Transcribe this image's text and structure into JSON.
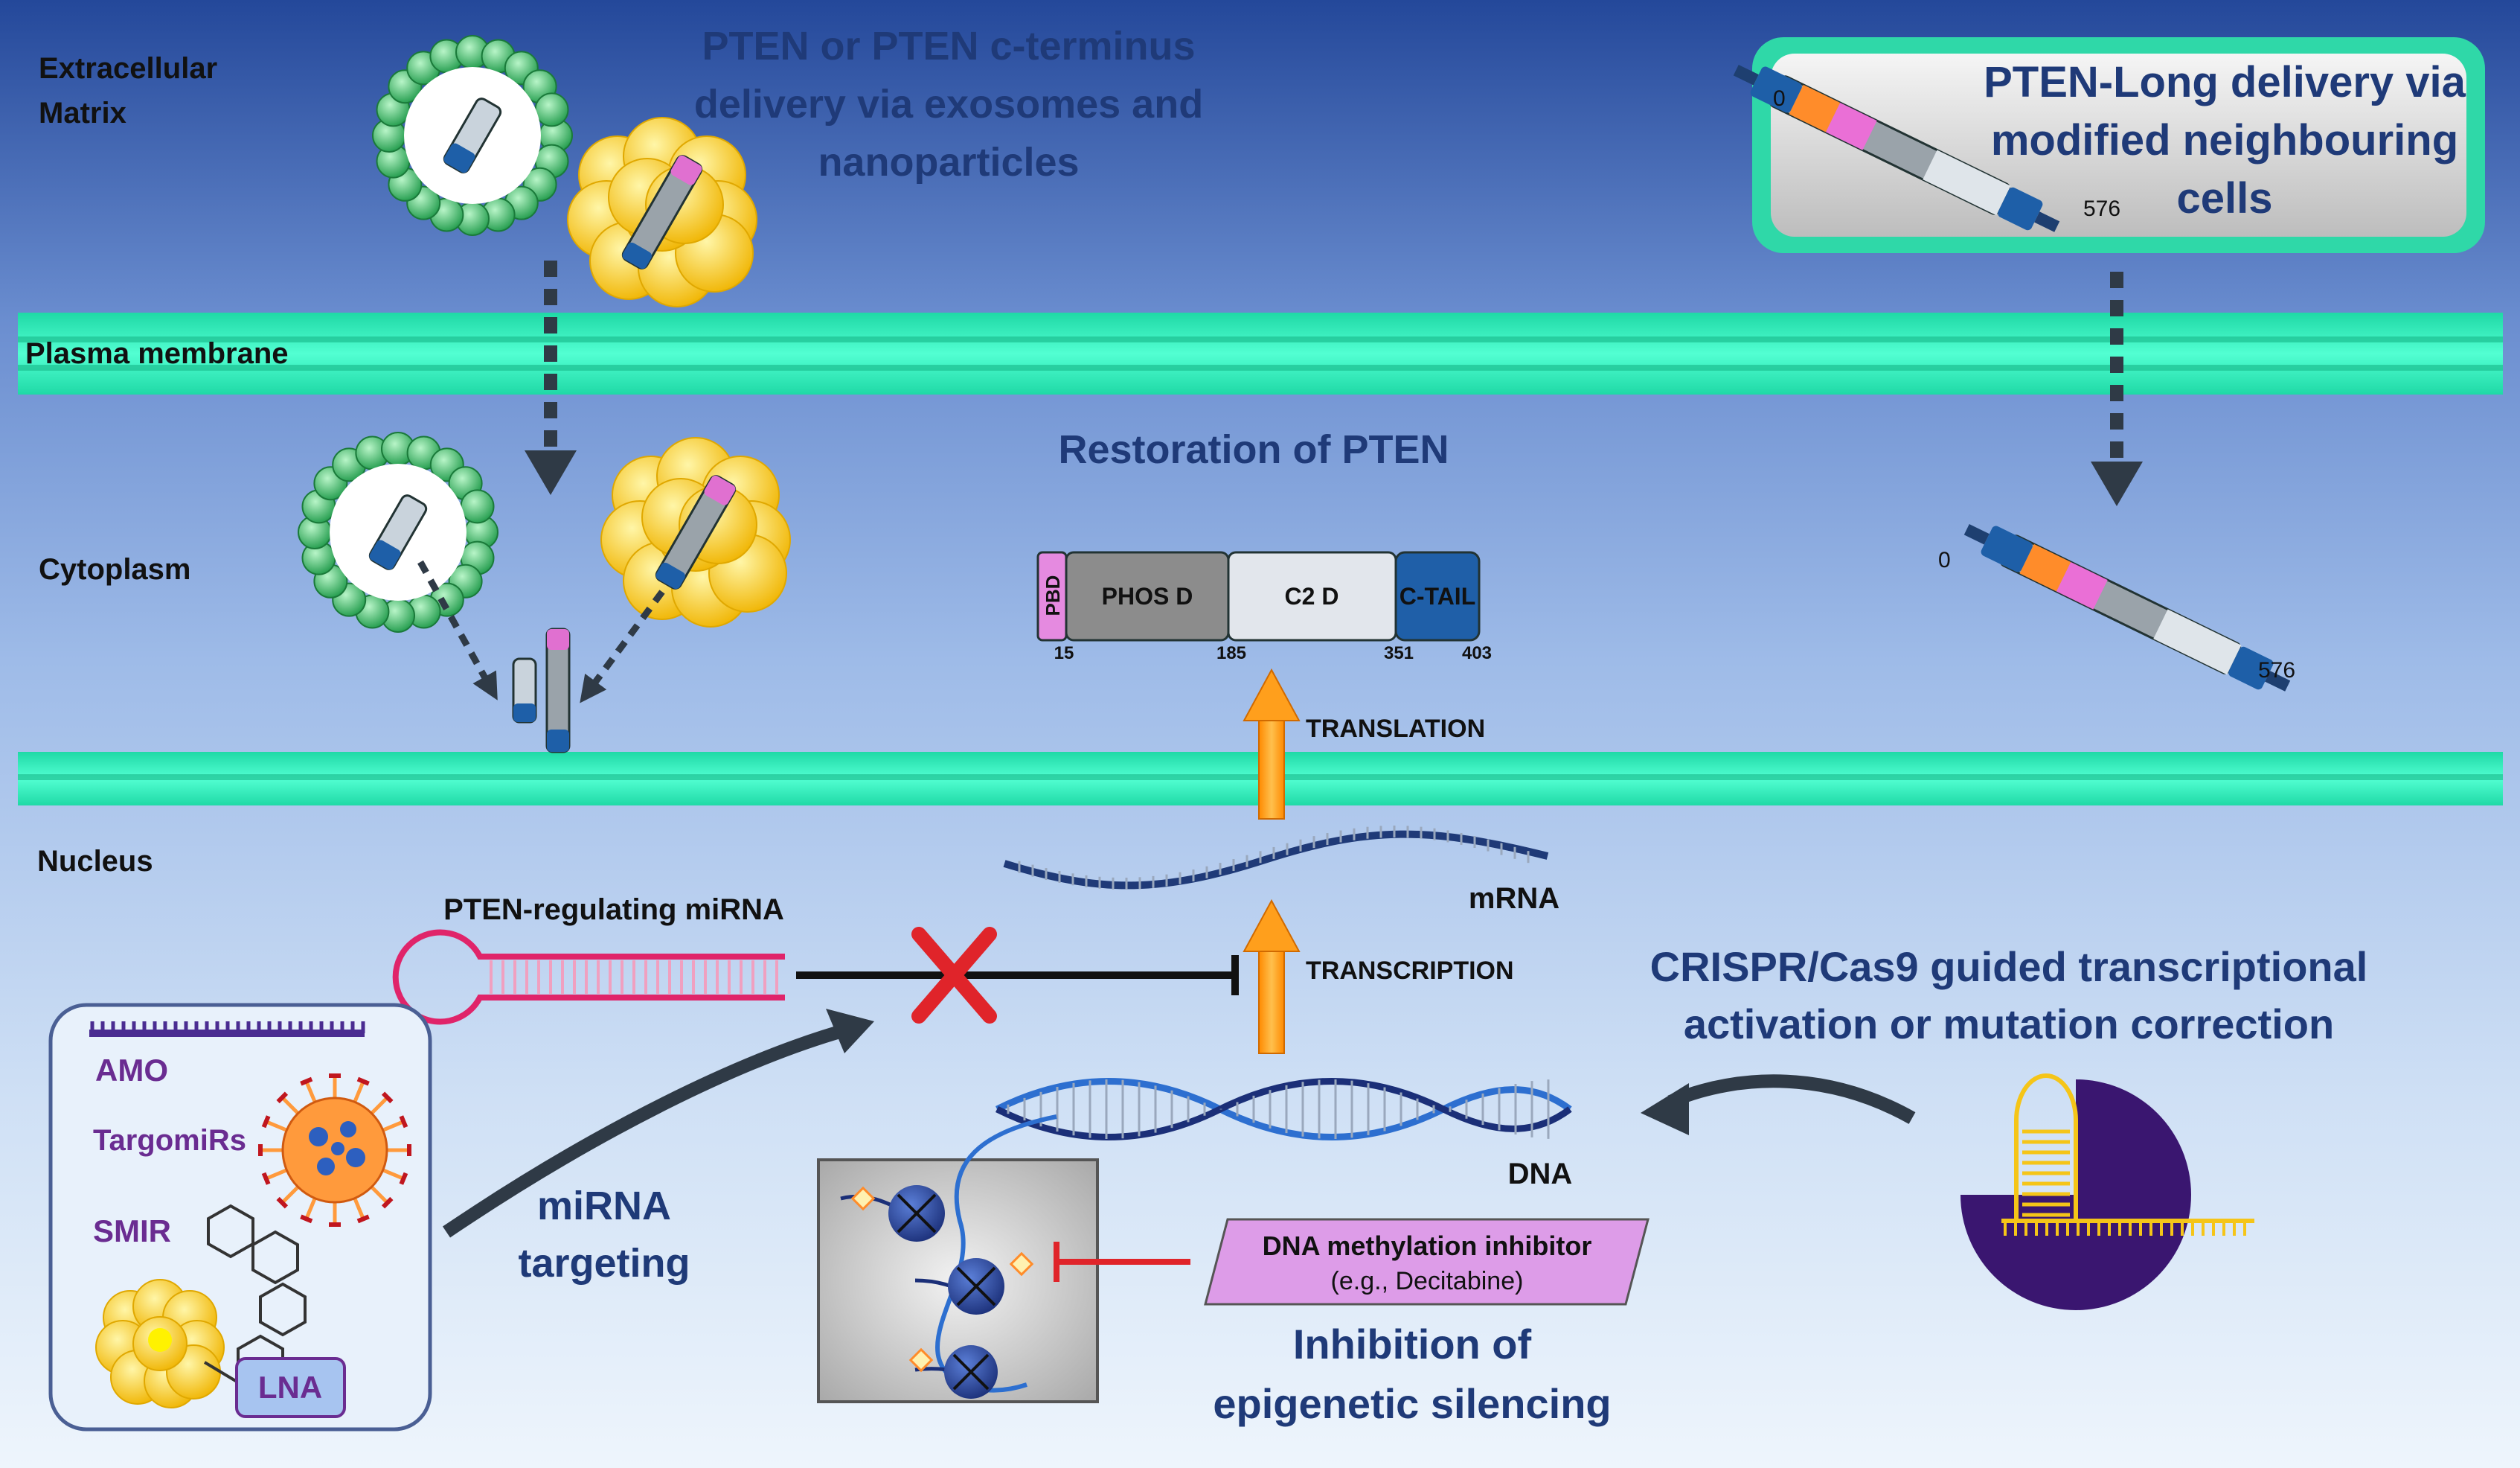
{
  "compartments": {
    "extracellular_line1": "Extracellular",
    "extracellular_line2": "Matrix",
    "plasma_membrane": "Plasma membrane",
    "cytoplasm": "Cytoplasm",
    "nucleus": "Nucleus"
  },
  "delivery": {
    "exosome_line1": "PTEN or PTEN c-terminus",
    "exosome_line2": "delivery via exosomes and",
    "exosome_line3": "nanoparticles",
    "long_line1": "PTEN-Long delivery via",
    "long_line2": "modified neighbouring",
    "long_line3": "cells",
    "long_start": "0",
    "long_end": "576"
  },
  "restoration": {
    "title": "Restoration of PTEN",
    "domains": [
      "PBD",
      "PHOS D",
      "C2 D",
      "C-TAIL"
    ],
    "positions": [
      "15",
      "185",
      "351",
      "403"
    ]
  },
  "central_dogma": {
    "translation": "TRANSLATION",
    "transcription": "TRANSCRIPTION",
    "mrna": "mRNA",
    "dna": "DNA"
  },
  "mirna": {
    "label": "PTEN-regulating miRNA",
    "targeting_line1": "miRNA",
    "targeting_line2": "targeting",
    "box_items": [
      "AMO",
      "TargomiRs",
      "SMIR",
      "LNA"
    ]
  },
  "epigenetic": {
    "inhibitor": "DNA methylation inhibitor",
    "example": "(e.g., Decitabine)",
    "title_line1": "Inhibition of",
    "title_line2": "epigenetic silencing"
  },
  "crispr": {
    "line1": "CRISPR/Cas9 guided transcriptional",
    "line2": "activation or mutation correction"
  },
  "colors": {
    "title_blue": "#1f3a78",
    "membrane": "#3ff5c8",
    "exosome_green": "#3fbf6a",
    "nanoparticle_yellow": "#f5c518",
    "arrow_orange": "#ff9f1c",
    "inhibit_red": "#e0242a",
    "mirna_purple": "#6a2c91",
    "lna_blue": "#a7c4f0"
  }
}
